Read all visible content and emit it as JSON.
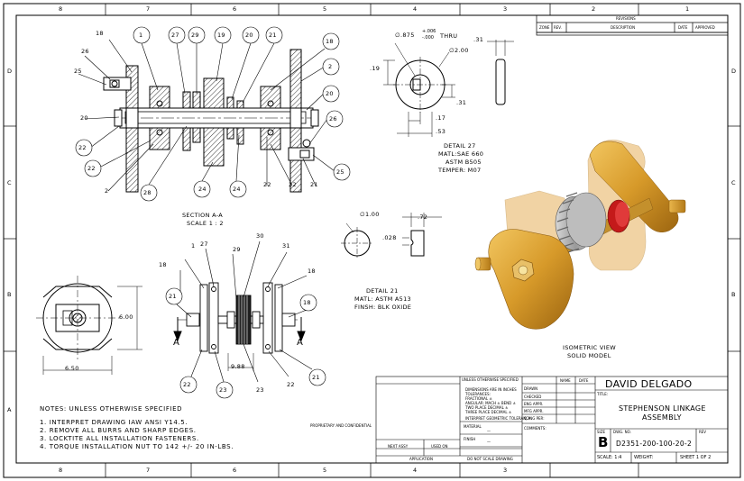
{
  "border": {
    "top_zones": [
      "8",
      "7",
      "6",
      "5",
      "4",
      "3",
      "2",
      "1"
    ],
    "side_zones": [
      "D",
      "C",
      "B",
      "A"
    ]
  },
  "section_view": {
    "title": "SECTION A-A",
    "scale": "SCALE 1 : 2",
    "balloons": [
      "1",
      "27",
      "29",
      "19",
      "20",
      "21",
      "18",
      "2",
      "20",
      "26",
      "25",
      "21",
      "22",
      "24",
      "24",
      "22",
      "28",
      "22",
      "2",
      "20",
      "25",
      "18",
      "22"
    ]
  },
  "front_view": {
    "dim_height": "6.00",
    "dim_width": "6.50"
  },
  "side_view": {
    "section_letter": "A",
    "dim_overall": "9.88",
    "balloons": [
      "1",
      "27",
      "29",
      "30",
      "31",
      "18",
      "18",
      "21",
      "21",
      "22",
      "23",
      "23",
      "22"
    ]
  },
  "detail_27": {
    "title": "DETAIL 27",
    "material": "MATL:SAE 660",
    "spec": "ASTM B505",
    "temper": "TEMPER: M07",
    "dim_bore": "∅.875",
    "tol_plus": "+.006",
    "tol_minus": "-.000",
    "thru": "THRU",
    "dim_od": "∅2.00",
    "dim_19": ".19",
    "dim_31a": ".31",
    "dim_31b": ".31",
    "dim_17": ".17",
    "dim_53": ".53"
  },
  "detail_21": {
    "title": "DETAIL 21",
    "material": "MATL: ASTM A513",
    "finish": "FINSH: BLK OXIDE",
    "dim_dia": "∅1.00",
    "dim_72": ".72",
    "dim_028": ".028"
  },
  "iso_view": {
    "line1": "ISOMETRIC VIEW",
    "line2": "SOLID MODEL"
  },
  "revisions": {
    "title": "REVISIONS",
    "headers": [
      "ZONE",
      "REV.",
      "DESCRIPTION",
      "DATE",
      "APPROVED"
    ]
  },
  "notes": {
    "heading": "NOTES: UNLESS OTHERWISE SPECIFIED",
    "items": [
      "1. INTERPRET DRAWING IAW ANSI Y14.5.",
      "2. REMOVE ALL BURRS AND SHARP EDGES.",
      "3. LOCKTITE ALL INSTALLATION FASTENERS.",
      "4. TORQUE INSTALLATION NUT TO 142 +/- 20 IN-LBS."
    ]
  },
  "title_block": {
    "unless": "UNLESS OTHERWISE SPECIFIED",
    "dims_in": "DIMENSIONS ARE IN INCHES",
    "tolerances": "TOLERANCES:",
    "fractional": "FRACTIONAL ±",
    "angular": "ANGULAR: MACH ±  BEND ±",
    "two_place": "TWO PLACE DECIMAL  ±",
    "three_place": "THREE PLACE DECIMAL  ±",
    "interpret": "INTERPRET GEOMETRIC TOLERANCING PER:",
    "material": "MATERIAL",
    "finish": "FINISH",
    "dash1": "—",
    "dash2": "—",
    "next_assy": "NEXT ASSY",
    "used_on": "USED ON",
    "application": "APPLICATION",
    "do_not_scale": "DO NOT SCALE DRAWING",
    "proprietary": "PROPRIETARY AND CONFIDENTIAL",
    "name_hdr": "NAME",
    "date_hdr": "DATE",
    "drawn": "DRAWN",
    "checked": "CHECKED",
    "eng_appr": "ENG APPR.",
    "mfg_appr": "MFG APPR.",
    "qa": "Q.A.",
    "comments": "COMMENTS:",
    "company": "DAVID DELGADO",
    "title_label": "TITLE:",
    "title_line1": "STEPHENSON LINKAGE",
    "title_line2": "ASSEMBLY",
    "size_label": "SIZE",
    "size": "B",
    "dwg_no_label": "DWG.  NO.",
    "dwg_no": "D2351-200-100-20-2",
    "rev_label": "REV",
    "scale": "SCALE: 1:4",
    "weight": "WEIGHT:",
    "sheet": "SHEET 1 OF 2"
  }
}
